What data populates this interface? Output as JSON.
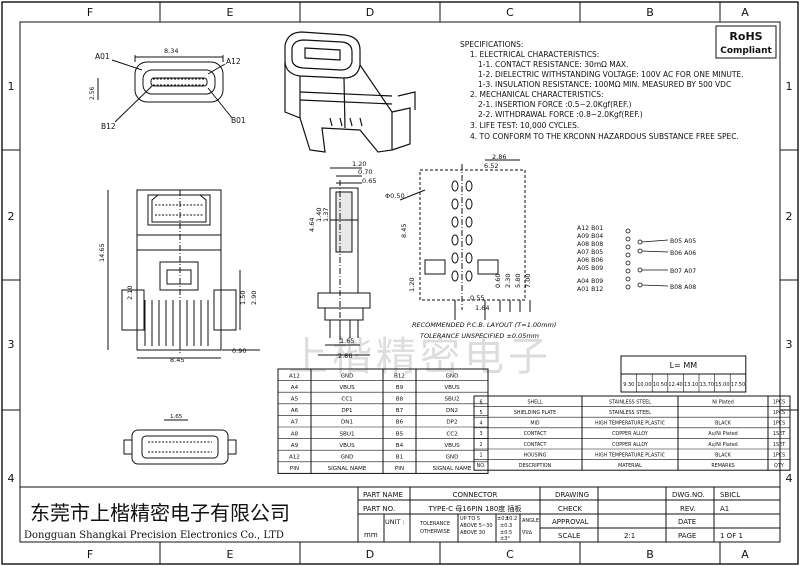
{
  "frame": {
    "cols_top": [
      "F",
      "E",
      "D",
      "C",
      "B",
      "A"
    ],
    "cols_bottom": [
      "F",
      "E",
      "D",
      "C",
      "B",
      "A"
    ],
    "rows_left": [
      "1",
      "2",
      "3",
      "4"
    ],
    "rows_right": [
      "1",
      "2",
      "3",
      "4"
    ]
  },
  "rohs": {
    "line1": "RoHS",
    "line2": "Compliant"
  },
  "specs": [
    "SPECIFICATIONS:",
    "1. ELECTRICAL CHARACTERISTICS:",
    "1-1. CONTACT RESISTANCE: 30mΩ MAX.",
    "1-2. DIELECTRIC WITHSTANDING VOLTAGE: 100V AC FOR ONE MINUTE.",
    "1-3. INSULATION RESISTANCE: 100MΩ MIN. MEASURED BY 500 VDC",
    "2. MECHANICAL CHARACTERISTICS:",
    "2-1. INSERTION FORCE :0.5~2.0Kgf(REF.)",
    "2-2. WITHDRAWAL FORCE :0.8~2.0Kgf(REF.)",
    "3. LIFE TEST: 10,000 CYCLES.",
    "4. TO CONFORM TO THE KRCONN HAZARDOUS SUBSTANCE FREE SPEC."
  ],
  "dims": {
    "a01": "A01",
    "a12": "A12",
    "b12": "B12",
    "b01": "B01",
    "d834": "8.34",
    "d256": "2.56",
    "d120": "1.20",
    "d070": "0.70",
    "d065": "0.65",
    "d464": "4.64",
    "d140": "1.40",
    "d137": "1.37",
    "d1465": "14.65",
    "d210": "2.10",
    "d150": "1.50",
    "d290": "2.90",
    "d845": "8.45",
    "d090": "0.90",
    "d165": "1.65",
    "d286": "2.86",
    "d286b": "2.86",
    "d652": "6.52",
    "dphi": "Φ0.50",
    "d845b": "8.45",
    "d120b": "1.20",
    "d055": "0.55",
    "d164": "1.64",
    "d060": "0.60",
    "d230": "2.30",
    "d580": "5.80",
    "d700": "7.00"
  },
  "pcb": {
    "title": "RECOMMENDED P.C.B. LAYOUT (T=1.00mm)",
    "tol": "TOLERANCE UNSPECIFIED ±0.05mm",
    "left_labels": [
      "A12",
      "A09",
      "A08",
      "A07",
      "A06",
      "A05",
      "A04",
      "A01"
    ],
    "left_pair": [
      "B01",
      "B04",
      "B08",
      "B05",
      "B06",
      "B09",
      "B09",
      "B12"
    ],
    "right_labels": [
      "B05 A05",
      "B06 A06",
      "B07 A07",
      "B08 A08"
    ]
  },
  "watermark": "上楷精密电子",
  "pin_table": {
    "rows": [
      [
        "A12",
        "GND",
        "B12",
        "GND"
      ],
      [
        "A4",
        "VBUS",
        "B9",
        "VBUS"
      ],
      [
        "A5",
        "CC1",
        "B8",
        "SBU2"
      ],
      [
        "A6",
        "DP1",
        "B7",
        "DN2"
      ],
      [
        "A7",
        "DN1",
        "B6",
        "DP2"
      ],
      [
        "A8",
        "SBU1",
        "B5",
        "CC2"
      ],
      [
        "A9",
        "VBUS",
        "B4",
        "VBUS"
      ],
      [
        "A12",
        "GND",
        "B1",
        "GND"
      ]
    ],
    "header": [
      "PIN",
      "SIGNAL NAME",
      "PIN",
      "SIGNAL NAME"
    ]
  },
  "l_table": {
    "header": "L=    MM",
    "values": [
      "9.30",
      "10.00",
      "10.50",
      "12.40",
      "13.10",
      "13.70",
      "15.00",
      "17.50"
    ]
  },
  "bom": {
    "rows": [
      [
        "6",
        "SHELL",
        "STAINLESS STEEL",
        "Ni Plated",
        "1PCS"
      ],
      [
        "5",
        "SHIELDING PLATE",
        "STAINLESS STEEL",
        "",
        "1PCS"
      ],
      [
        "4",
        "MID",
        "HIGH TEMPERATURE PLASTIC",
        "BLACK",
        "1PCS"
      ],
      [
        "3",
        "CONTACT",
        "COPPER ALLOY",
        "Au/Ni Plated",
        "1SET"
      ],
      [
        "2",
        "CONTACT",
        "COPPER ALLOY",
        "Au/Ni Plated",
        "1SET"
      ],
      [
        "1",
        "HOUSING",
        "HIGH TEMPERATURE PLASTIC",
        "BLACK",
        "1PCS"
      ]
    ],
    "header": [
      "NO.",
      "DESCRIPTION",
      "MATERIAL",
      "REMARKS",
      "QTY"
    ]
  },
  "title_block": {
    "company_cn": "东莞市上楷精密电子有限公司",
    "company_en": "Dongguan Shangkai Precision Electronics Co., LTD",
    "part_name_label": "PART NAME",
    "part_name": "CONNECTOR",
    "part_no_label": "PART NO.",
    "part_no": "TYPE-C 母16PIN 180度 插板",
    "unit_label": "UNIT :",
    "unit": "mm",
    "tolerance_label": "TOLERANCE",
    "otherwise_label": "OTHERWISE",
    "tol1": "UP TO 5",
    "tol2": "ABOVE 5~30",
    "tol3": "ABOVE 30",
    "tol4": "±0.1",
    "tol5": "±0.2",
    "tol6": "±0.3",
    "tol7": "±0.5",
    "tol8": "±3°",
    "angle_label": "ANGLE",
    "angle_val": "∇∇∆",
    "drawing_label": "DRAWING",
    "check_label": "CHECK",
    "approval_label": "APPROVAL",
    "scale_label": "SCALE",
    "scale": "2:1",
    "dwg_no_label": "DWG.NO.",
    "dwg_no": "SBICL",
    "rev_label": "REV.",
    "rev": "A1",
    "date_label": "DATE",
    "page_label": "PAGE",
    "page": "1 OF 1"
  }
}
